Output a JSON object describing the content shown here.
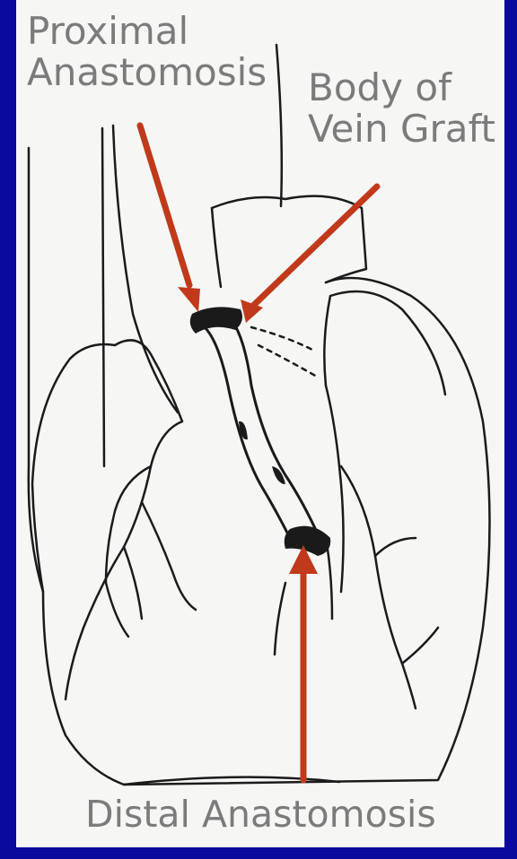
{
  "labels": {
    "proximal_line1": "Proximal",
    "proximal_line2": "Anastomosis",
    "body_line1": "Body of",
    "body_line2": "Vein Graft",
    "distal": "Distal Anastomosis"
  },
  "colors": {
    "background": "#0a0a9c",
    "panel": "#f6f6f4",
    "arrow": "#c0391b",
    "label": "#7b7b7b",
    "line": "#1a1a1a"
  },
  "icons": {
    "arrow": "red-arrow-icon"
  }
}
